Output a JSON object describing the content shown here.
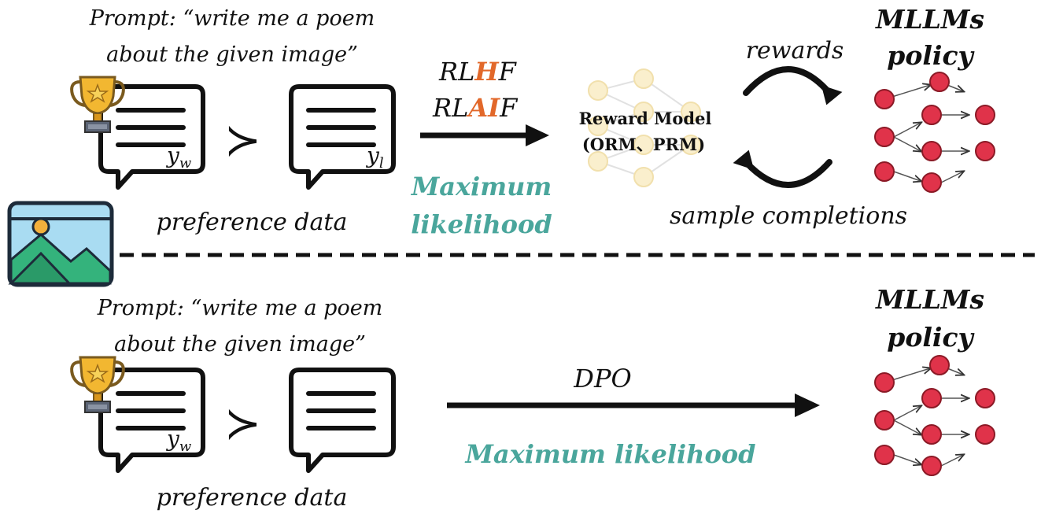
{
  "top": {
    "prompt_line1": "Prompt: “write me a poem",
    "prompt_line2": "about the given image”",
    "chosen_label": "y",
    "chosen_sub": "w",
    "rejected_label": "y",
    "rejected_sub": "l",
    "preference_label": "preference data",
    "method_prefix": "RL",
    "method1_highlight": "H",
    "method2_highlight": "AI",
    "method_suffix": "F",
    "max_likelihood_line1": "Maximum",
    "max_likelihood_line2": "likelihood",
    "reward_model_line1": "Reward Model",
    "reward_model_line2": "(ORM、PRM)",
    "rewards_label": "rewards",
    "sample_label": "sample completions",
    "policy_line1": "MLLMs",
    "policy_line2": "policy"
  },
  "bottom": {
    "prompt_line1": "Prompt: “write me a poem",
    "prompt_line2": "about the given image”",
    "chosen_label": "y",
    "chosen_sub": "w",
    "preference_label": "preference data",
    "method_label": "DPO",
    "max_likelihood": "Maximum likelihood",
    "policy_line1": "MLLMs",
    "policy_line2": "policy"
  },
  "colors": {
    "highlight": "#e2682a",
    "teal": "#4aa69c",
    "node_red": "#e0334a",
    "reward_node": "#f7e2a6",
    "image_icon_bg": "#a9dcf2",
    "image_icon_mountain": "#34b37c"
  },
  "icons": [
    "trophy-icon",
    "speech-bubble-icon",
    "image-icon",
    "policy-network-icon",
    "reward-model-network-icon",
    "cycle-arrows-icon"
  ]
}
